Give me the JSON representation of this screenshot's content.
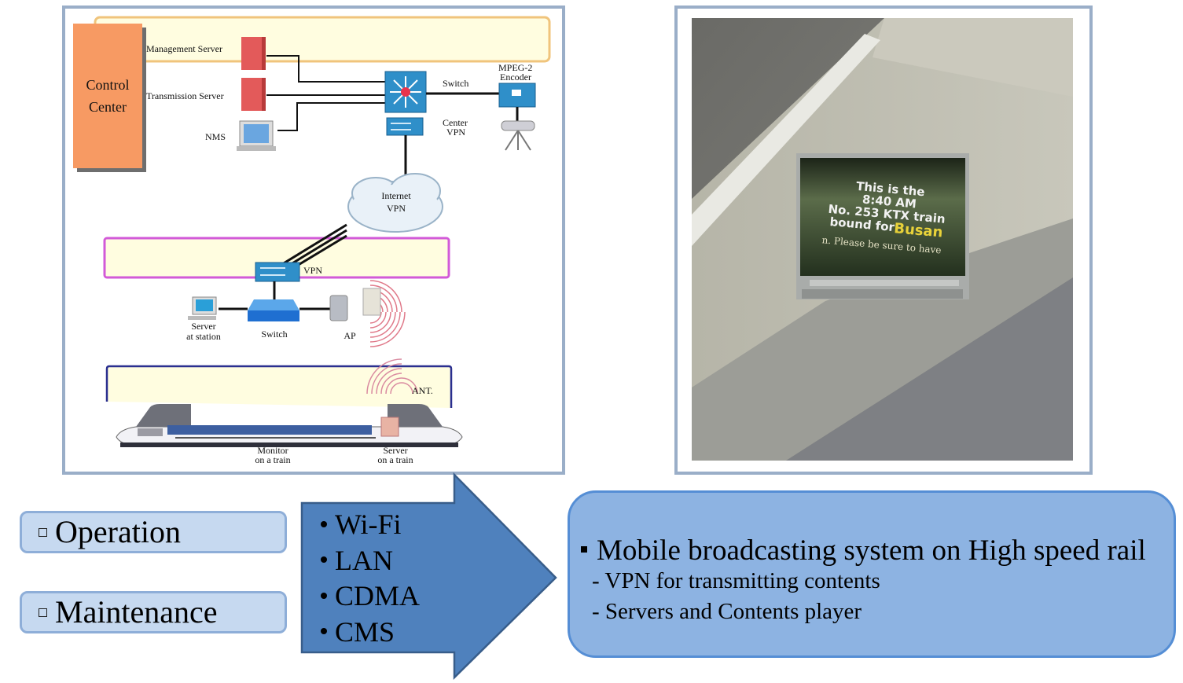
{
  "diagram": {
    "control_center": [
      "Control",
      "Center"
    ],
    "management_server": "Management  Server",
    "transmission_server": "Transmission  Server",
    "nms": "NMS",
    "switch_center": "Switch",
    "mpeg_encoder": [
      "MPEG-2",
      "Encoder"
    ],
    "center_vpn": [
      "Center",
      "VPN"
    ],
    "internet_vpn": [
      "Internet",
      "VPN"
    ],
    "station_vpn": "VPN",
    "server_at_station": [
      "Server",
      "at station"
    ],
    "switch_station": "Switch",
    "ap": "AP",
    "antenna": "ANT.",
    "monitor_on_train": [
      "Monitor",
      "on a train"
    ],
    "server_on_train": [
      "Server",
      "on a train"
    ]
  },
  "photo": {
    "screen_lines": [
      "This is the",
      "8:40 AM",
      "No. 253 KTX train",
      "bound for "
    ],
    "screen_highlight": "Busan",
    "screen_ticker": "n. Please be sure to have"
  },
  "categories": [
    {
      "label": "Operation"
    },
    {
      "label": "Maintenance"
    }
  ],
  "technologies": [
    "Wi-Fi",
    "LAN",
    "CDMA",
    "CMS"
  ],
  "result": {
    "title": "Mobile broadcasting system on High speed rail",
    "items": [
      "- VPN for transmitting contents",
      "- Servers and Contents player"
    ]
  },
  "colors": {
    "panel_border": "#9aaec8",
    "control_center": "#f79a63",
    "zone_fill": "#fffde0",
    "arrow_fill": "#4f81bd",
    "arrow_stroke": "#385d8a",
    "category_fill": "#c6d9f0",
    "result_fill": "#8db3e2",
    "result_border": "#558ed5",
    "network_device": "#2f8fc9"
  }
}
